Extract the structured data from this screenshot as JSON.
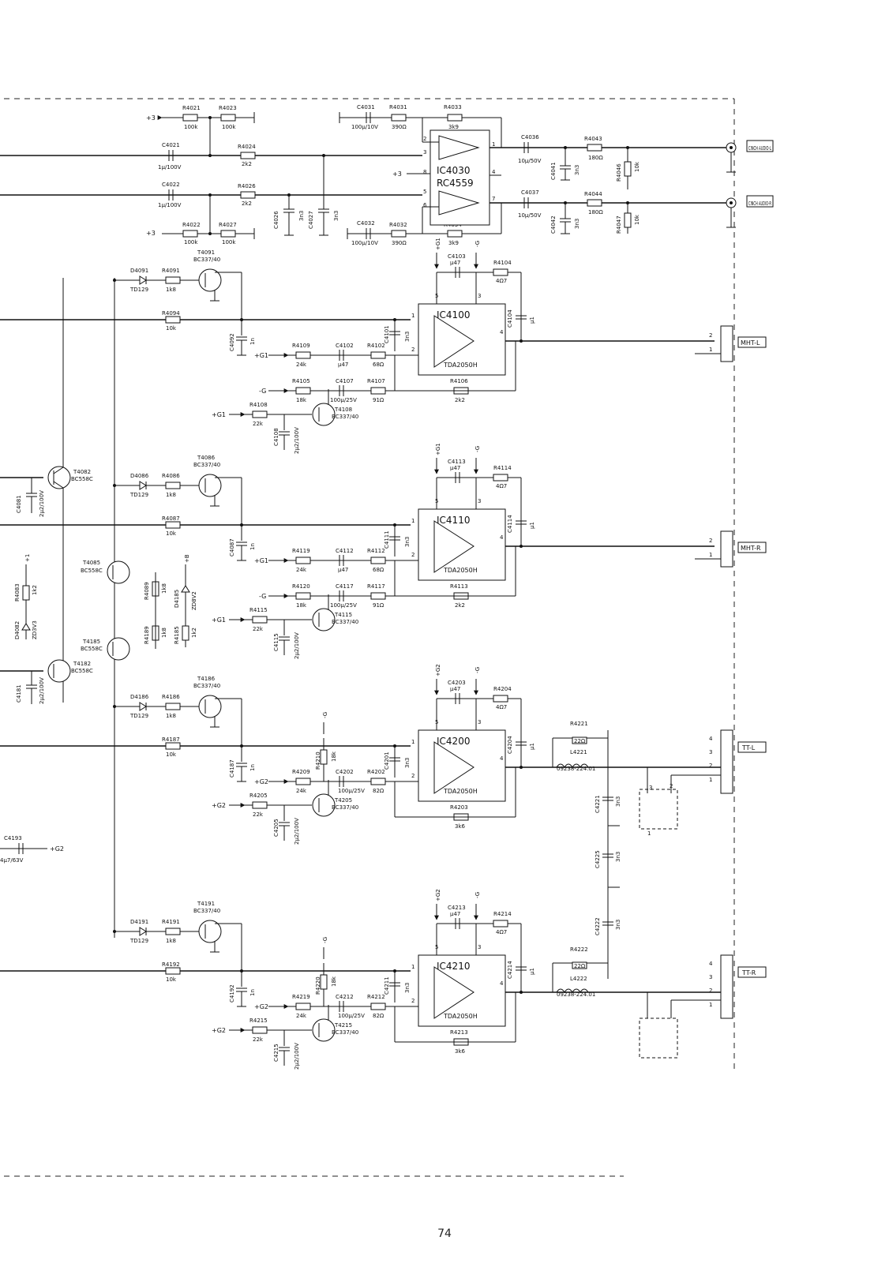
{
  "page_number": "74",
  "ic_audio": {
    "name": "IC4030",
    "type": "RC4559",
    "pins": [
      "1",
      "2",
      "3",
      "4",
      "5",
      "6",
      "7",
      "8"
    ],
    "supply": "+3"
  },
  "audio_front": {
    "rails": [
      "+3",
      "+3"
    ],
    "R4021": [
      "R4021",
      "100k"
    ],
    "R4023": [
      "R4023",
      "100k"
    ],
    "R4022": [
      "R4022",
      "100k"
    ],
    "R4027": [
      "R4027",
      "100k"
    ],
    "C4021": [
      "C4021",
      "1µ/100V"
    ],
    "C4022": [
      "C4022",
      "1µ/100V"
    ],
    "R4024": [
      "R4024",
      "2k2"
    ],
    "R4026": [
      "R4026",
      "2k2"
    ],
    "C4026": [
      "C4026",
      "3n3"
    ],
    "C4027": [
      "C4027",
      "3n3"
    ],
    "C4031": [
      "C4031",
      "100µ/10V"
    ],
    "R4031": [
      "R4031",
      "390Ω"
    ],
    "C4032": [
      "C4032",
      "100µ/10V"
    ],
    "R4032": [
      "R4032",
      "390Ω"
    ],
    "R4033": [
      "R4033",
      "3k9"
    ],
    "R4034": [
      "R4034",
      "3k9"
    ]
  },
  "audio_out": {
    "C4036": [
      "C4036",
      "10µ/50V"
    ],
    "C4037": [
      "C4037",
      "10µ/50V"
    ],
    "C4041": [
      "C4041",
      "3n3"
    ],
    "C4042": [
      "C4042",
      "3n3"
    ],
    "R4043": [
      "R4043",
      "180Ω"
    ],
    "R4044": [
      "R4044",
      "180Ω"
    ],
    "R4046": [
      "R4046",
      "10k"
    ],
    "R4047": [
      "R4047",
      "10k"
    ],
    "cinch_l": "CINCH AUDIO-L",
    "cinch_r": "CINCH AUDIO-R"
  },
  "amps": [
    {
      "ic": "IC4100",
      "type": "TDA2050H",
      "out": "MHT-L",
      "plus": "+G1",
      "pins": [
        "1",
        "2",
        "4",
        "5",
        "3"
      ],
      "rails": [
        "+G1",
        "-G"
      ],
      "feedback_cap": [
        "C4103",
        "µ47"
      ],
      "zobel_r": [
        "R4104",
        "4Ω7"
      ],
      "zobel_c": [
        "C4104",
        "µ1"
      ],
      "in_cap": [
        "C4101",
        "3n3"
      ],
      "in_c2": [
        "C4092",
        "1n"
      ],
      "in_res": [
        "R4094",
        "10k"
      ],
      "bias": [
        "R4109",
        "24k",
        "C4102",
        "µ47",
        "R4102",
        "68Ω"
      ],
      "neg": [
        "R4105",
        "18k",
        "C4107",
        "100µ/25V",
        "R4107",
        "91Ω",
        "R4106",
        "2k2"
      ],
      "mute": [
        "R4108",
        "22k",
        "C4108",
        "2µ2/100V",
        "T4108",
        "BC337/40"
      ],
      "sw": [
        "D4091",
        "TD129",
        "R4091",
        "1k8",
        "T4091",
        "BC337/40"
      ],
      "conn_pins": [
        "2",
        "1"
      ]
    },
    {
      "ic": "IC4110",
      "type": "TDA2050H",
      "out": "MHT-R",
      "plus": "+G1",
      "pins": [
        "1",
        "2",
        "4",
        "5",
        "3"
      ],
      "rails": [
        "+G1",
        "-G"
      ],
      "feedback_cap": [
        "C4113",
        "µ47"
      ],
      "zobel_r": [
        "R4114",
        "4Ω7"
      ],
      "zobel_c": [
        "C4114",
        "µ1"
      ],
      "in_cap": [
        "C4111",
        "3n3"
      ],
      "in_c2": [
        "C4087",
        "1n"
      ],
      "in_res": [
        "R4087",
        "10k"
      ],
      "bias": [
        "R4119",
        "24k",
        "C4112",
        "µ47",
        "R4112",
        "68Ω"
      ],
      "neg": [
        "R4120",
        "18k",
        "C4117",
        "100µ/25V",
        "R4117",
        "91Ω",
        "R4113",
        "2k2"
      ],
      "mute": [
        "R4115",
        "22k",
        "C4115",
        "2µ2/100V",
        "T4115",
        "BC337/40"
      ],
      "sw": [
        "D4086",
        "TD129",
        "R4086",
        "1k8",
        "T4086",
        "BC337/40"
      ],
      "conn_pins": [
        "2",
        "1"
      ]
    },
    {
      "ic": "IC4200",
      "type": "TDA2050H",
      "out": "TT-L",
      "plus": "+G2",
      "pins": [
        "1",
        "2",
        "4",
        "5",
        "3"
      ],
      "rails": [
        "+G2",
        "-G"
      ],
      "feedback_cap": [
        "C4203",
        "µ47"
      ],
      "zobel_r": [
        "R4204",
        "4Ω7"
      ],
      "zobel_c": [
        "C4204",
        "µ1"
      ],
      "in_cap": [
        "C4201",
        "3n3"
      ],
      "in_c2": [
        "C4187",
        "1n"
      ],
      "in_res": [
        "R4187",
        "10k"
      ],
      "bias": [
        "R4209",
        "24k",
        "C4202",
        "100µ/25V",
        "R4202",
        "82Ω"
      ],
      "neg": [
        "R4210",
        "18k",
        "R4203",
        "3k6",
        "-G",
        ""
      ],
      "mute": [
        "R4205",
        "22k",
        "C4205",
        "2µ2/100V",
        "T4205",
        "BC337/40"
      ],
      "sw": [
        "D4186",
        "TD129",
        "R4186",
        "1k8",
        "T4186",
        "BC337/40"
      ],
      "conn_pins": [
        "4",
        "3",
        "2",
        "1"
      ]
    },
    {
      "ic": "IC4210",
      "type": "TDA2050H",
      "out": "TT-R",
      "plus": "+G2",
      "pins": [
        "1",
        "2",
        "4",
        "5",
        "3"
      ],
      "rails": [
        "+G2",
        "-G"
      ],
      "feedback_cap": [
        "C4213",
        "µ47"
      ],
      "zobel_r": [
        "R4214",
        "4Ω7"
      ],
      "zobel_c": [
        "C4214",
        "µ1"
      ],
      "in_cap": [
        "C4211",
        "3n3"
      ],
      "in_c2": [
        "C4192",
        "1n"
      ],
      "in_res": [
        "R4192",
        "10k"
      ],
      "bias": [
        "R4219",
        "24k",
        "C4212",
        "100µ/25V",
        "R4212",
        "82Ω"
      ],
      "neg": [
        "R4220",
        "18k",
        "R4213",
        "3k6",
        "-G",
        ""
      ],
      "mute": [
        "R4215",
        "22k",
        "C4215",
        "2µ2/100V",
        "T4215",
        "BC337/40"
      ],
      "sw": [
        "D4191",
        "TD129",
        "R4191",
        "1k8",
        "T4191",
        "BC337/40"
      ],
      "conn_pins": [
        "4",
        "3",
        "2",
        "1"
      ]
    }
  ],
  "tt_filter": {
    "R4221": [
      "R4221",
      "22Ω"
    ],
    "L4221": [
      "L4221",
      "09238-224.01"
    ],
    "R4222": [
      "R4222",
      "22Ω"
    ],
    "L4222": [
      "L4222",
      "09238-224.01"
    ],
    "C4221": [
      "C4221",
      "3n3"
    ],
    "C4225": [
      "C4225",
      "3n3"
    ],
    "C4222": [
      "C4222",
      "3n3"
    ],
    "switch_pins": [
      "3",
      "2",
      "1"
    ]
  },
  "protection": {
    "T4082": [
      "T4082",
      "BC558C"
    ],
    "C4081": [
      "C4081",
      "2µ2/100V"
    ],
    "T4085": [
      "T4085",
      "BC558C"
    ],
    "T4185": [
      "T4185",
      "BC558C"
    ],
    "T4182": [
      "T4182",
      "BC558C"
    ],
    "C4181": [
      "C4181",
      "2µ2/100V"
    ],
    "R4083": [
      "R4083",
      "1k2"
    ],
    "D4082": [
      "D4082",
      "ZD3V3"
    ],
    "R4089": [
      "R4089",
      "1k8"
    ],
    "R4189": [
      "R4189",
      "1k8"
    ],
    "D4185": [
      "D4185",
      "ZD8V2"
    ],
    "R4185": [
      "R4185",
      "1k2"
    ],
    "rail_plus1": "+1",
    "rail_plusB": "+B",
    "C4193": [
      "C4193",
      "4µ7/63V"
    ],
    "g2": "+G2"
  }
}
